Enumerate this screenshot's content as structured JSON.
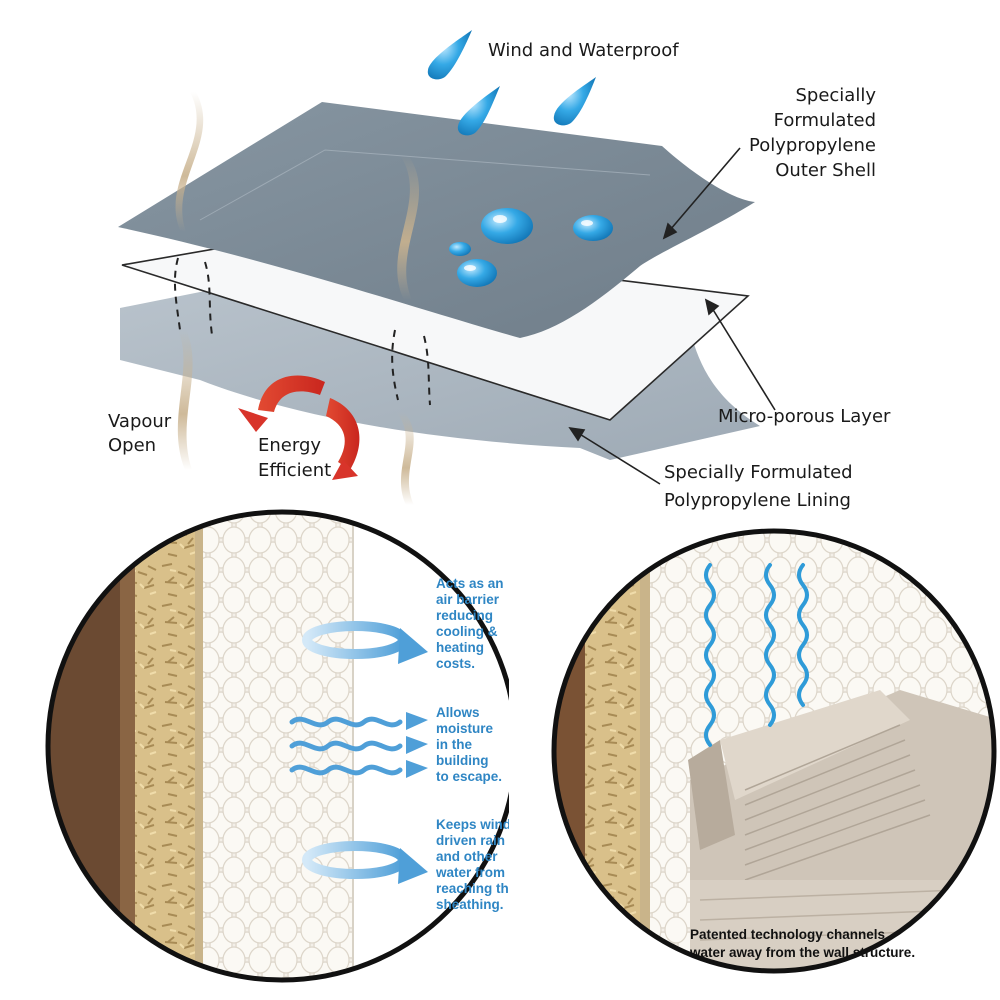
{
  "labels": {
    "wind_waterproof": "Wind and Waterproof",
    "outer_shell": [
      "Specially",
      "Formulated",
      "Polypropylene",
      "Outer Shell"
    ],
    "microporous": "Micro-porous Layer",
    "lining": [
      "Specially Formulated",
      "Polypropylene Lining"
    ],
    "vapour": [
      "Vapour",
      "Open"
    ],
    "energy": [
      "Energy",
      "Efficient"
    ]
  },
  "callouts": {
    "air_barrier": [
      "Acts as an",
      "air barrier",
      "reducing",
      "cooling &",
      "heating",
      "costs."
    ],
    "moisture": [
      "Allows",
      "moisture",
      "in the",
      "building",
      "to escape."
    ],
    "rain": [
      "Keeps wind",
      "driven rain",
      "and other",
      "water from",
      "reaching the",
      "sheathing."
    ]
  },
  "caption": [
    "Patented technology channels",
    "water away from the wall structure."
  ],
  "colors": {
    "outer_shell": "#7e8c98",
    "lining": "#aab6c0",
    "accent_blue": "#2f86c4",
    "energy_arrow": "#d8342a"
  }
}
